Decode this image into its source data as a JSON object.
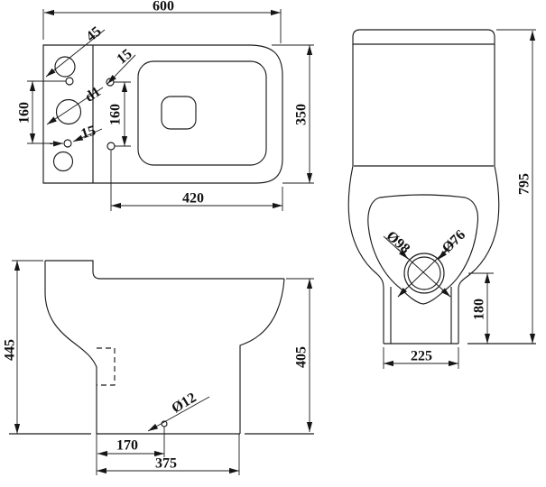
{
  "drawing": {
    "type": "technical-dimension-drawing",
    "subject": "close-coupled toilet (pan + cistern)",
    "units_note": "",
    "colors": {
      "line": "#1c1c1c",
      "background": "#ffffff"
    }
  },
  "views": {
    "top": {
      "dims": {
        "overall_width": "600",
        "tank_hole_diameter": "45",
        "seat_hole_offset": "15",
        "mid_hole_diameter": "d1",
        "hole_pitch_left": "160",
        "hole_pitch_right": "160",
        "fixing_hole_offset": "15",
        "pan_width": "350",
        "bowl_length": "420"
      }
    },
    "front": {
      "dims": {
        "outlet_outer_diameter": "Ø98",
        "outlet_inner_diameter": "Ø76",
        "overall_height": "795",
        "outlet_height": "180",
        "pedestal_width": "225"
      }
    },
    "side": {
      "dims": {
        "overall_back_height": "445",
        "bowl_height": "405",
        "fixing_hole_diameter": "Ø12",
        "hole_distance": "170",
        "base_depth": "375"
      }
    }
  }
}
